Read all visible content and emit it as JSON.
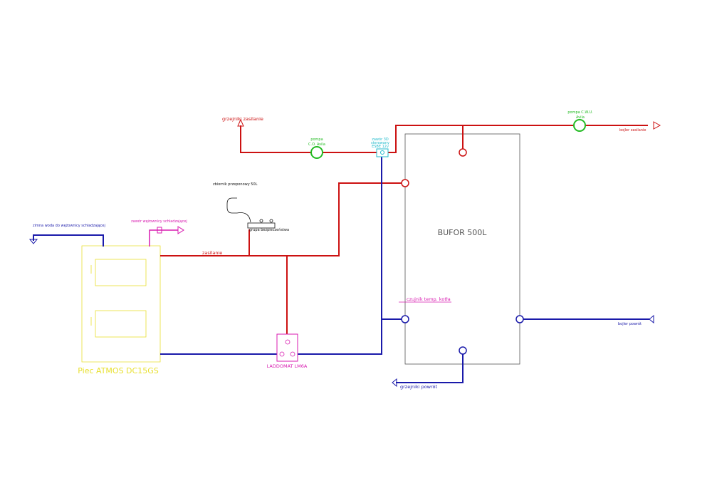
{
  "colors": {
    "supply": "#cc1111",
    "return": "#1a1aaa",
    "boiler": "#e8e030",
    "magenta": "#d81bb0",
    "pump": "#22bb22",
    "valve": "#22bbcc",
    "tank": "#555555",
    "black": "#111111"
  },
  "labels": {
    "grzejniki_zasilanie": "grzejniki zasilanie",
    "pompa_co_1": "pompa",
    "pompa_co_2": "C.O. Avila",
    "valve_1": "zawór 3D",
    "valve_2": "sterowany",
    "valve_3": "ESBE 12v",
    "pompa_cwu_1": "pompa C.W.U.",
    "pompa_cwu_2": "Avila",
    "bojler_zasilanie": "bojler zasilanie",
    "zbiornik": "zbiornik przeponowy 50L",
    "grupa": "grupa bezpieczeństwa",
    "zimna_woda": "zimna woda do wężownicy schładzającej",
    "zawor_wezownicy": "zawór wężownicy schładzającej",
    "zasilanie": "zasilanie",
    "bufor": "BUFOR 500L",
    "czujnik": "czujnik temp. kotła",
    "bojler_powrot": "bojler powrót",
    "laddomat": "LADDOMAT LM6A",
    "piec": "Piec ATMOS DC15GS",
    "grzejniki_powrot": "grzejniki powrót"
  }
}
